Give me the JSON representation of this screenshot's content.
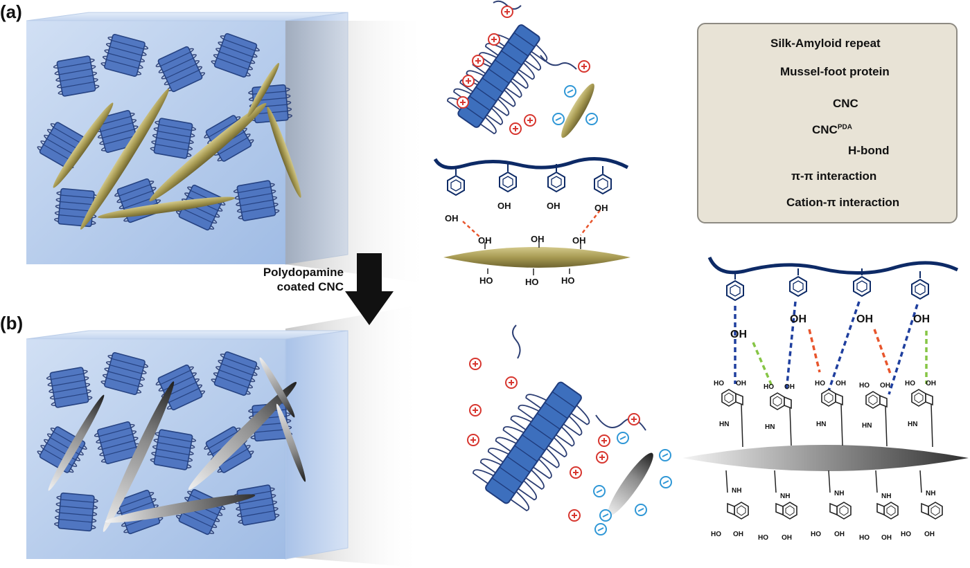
{
  "panels": {
    "a": "(a)",
    "b": "(b)"
  },
  "arrow": {
    "line1": "Polydopamine",
    "line2": "coated CNC"
  },
  "legend": {
    "silk_amyloid": "Silk-Amyloid repeat",
    "mussel_foot": "Mussel-foot protein",
    "cnc": "CNC",
    "cnc_pda_base": "CNC",
    "cnc_pda_sup": "PDA",
    "h_bond": "H-bond",
    "pi_pi": "π-π interaction",
    "cation_pi": "Cation-π interaction"
  },
  "labels": {
    "oh": "OH",
    "ho": "HO",
    "nh": "NH",
    "hn": "HN"
  },
  "colors": {
    "protein_blue": "#2e5fa8",
    "backbone_navy": "#0d2a66",
    "cnc_olive": "#a79a52",
    "h_bond": "#e8552c",
    "pi_pi": "#1f3f9e",
    "cation_pi": "#86c545",
    "positive": "#d7362f",
    "negative": "#2f97d6"
  }
}
